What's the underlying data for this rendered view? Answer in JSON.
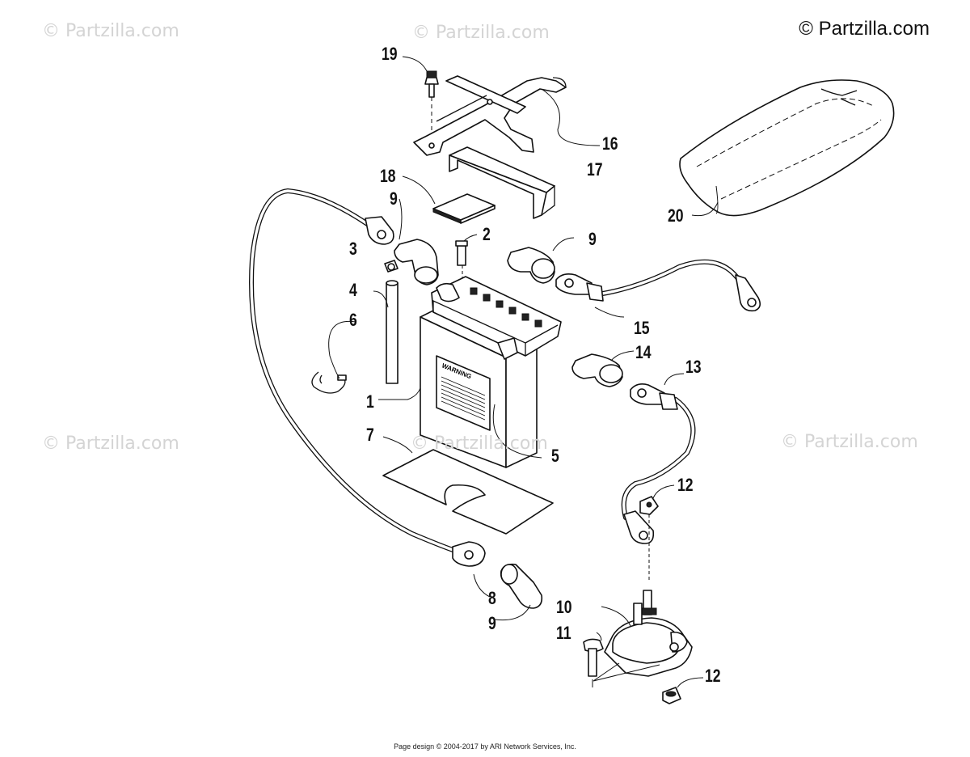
{
  "watermarks": {
    "text": "© Partzilla.com",
    "top_right": "© Partzilla.com"
  },
  "callouts": [
    "1",
    "2",
    "3",
    "4",
    "5",
    "6",
    "7",
    "8",
    "9",
    "9",
    "9",
    "9",
    "10",
    "11",
    "12",
    "12",
    "13",
    "14",
    "15",
    "16",
    "17",
    "18",
    "19",
    "20"
  ],
  "battery_label": "WARNING",
  "footer": "Page design © 2004-2017 by ARI Network Services, Inc."
}
